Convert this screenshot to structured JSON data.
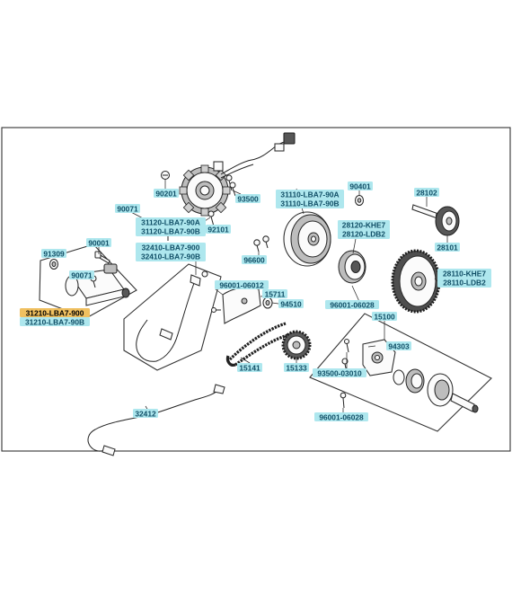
{
  "labels": {
    "p90201": "90201",
    "p93500": "93500",
    "p90401": "90401",
    "p28102": "28102",
    "p31110": "31110-LBA7-90A",
    "p31110b": "31110-LBA7-90B",
    "p90071": "90071",
    "p31120": "31120-LBA7-90A",
    "p31120b": "31120-LBA7-90B",
    "p92101": "92101",
    "p28120": "28120-KHE7",
    "p28120b": "28120-LDB2",
    "p28101": "28101",
    "p91309": "91309",
    "p90001": "90001",
    "p32410": "32410-LBA7-900",
    "p32410b": "32410-LBA7-90B",
    "p96600": "96600",
    "p90071b": "90071",
    "p28110": "28110-KHE7",
    "p28110b": "28110-LDB2",
    "p96001a": "96001-06012",
    "p15711": "15711",
    "p96001b": "96001-06028",
    "p94510": "94510",
    "p31210": "31210-LBA7-900",
    "p31210b": "31210-LBA7-90B",
    "p15100": "15100",
    "p94303": "94303",
    "p15141": "15141",
    "p15133": "15133",
    "p93500b": "93500-03010",
    "p32412": "32412",
    "p96001c": "96001-06028"
  },
  "colors": {
    "label_text": "#104e66",
    "label_box": "#aee7ee",
    "highlight_box": "#f0c060",
    "line": "#2a2a2a"
  }
}
